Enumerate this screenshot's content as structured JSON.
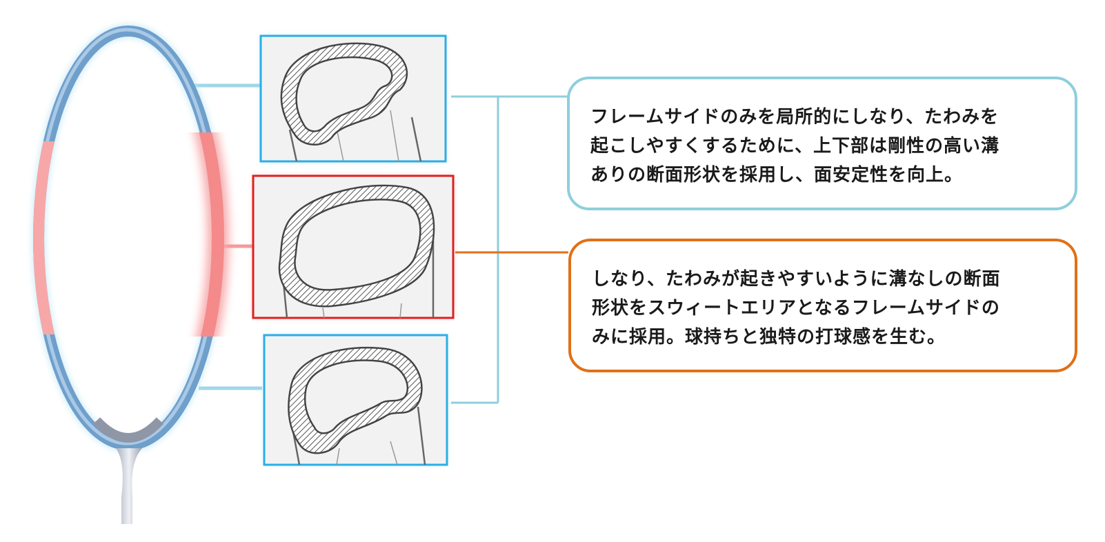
{
  "colors": {
    "frame_blue": "#6f9fcb",
    "frame_red": "#f59a9a",
    "connector_blue": "#8ecfdc",
    "connector_orange": "#e07018",
    "panel_border_blue": "#2aaee6",
    "panel_border_red": "#e02020",
    "panel_fill": "#f2f2f2"
  },
  "callouts": {
    "top": {
      "lines": [
        "フレームサイドのみを局所的にしなり、たわみを",
        "起こしやすくするために、上下部は剛性の高い溝",
        "ありの断面形状を採用し、面安定性を向上。"
      ]
    },
    "bottom": {
      "lines": [
        "しなり、たわみが起きやすいように溝なしの断面",
        "形状をスウィートエリアとなるフレームサイドの",
        "みに採用。球持ちと独特の打球感を生む。"
      ]
    }
  }
}
